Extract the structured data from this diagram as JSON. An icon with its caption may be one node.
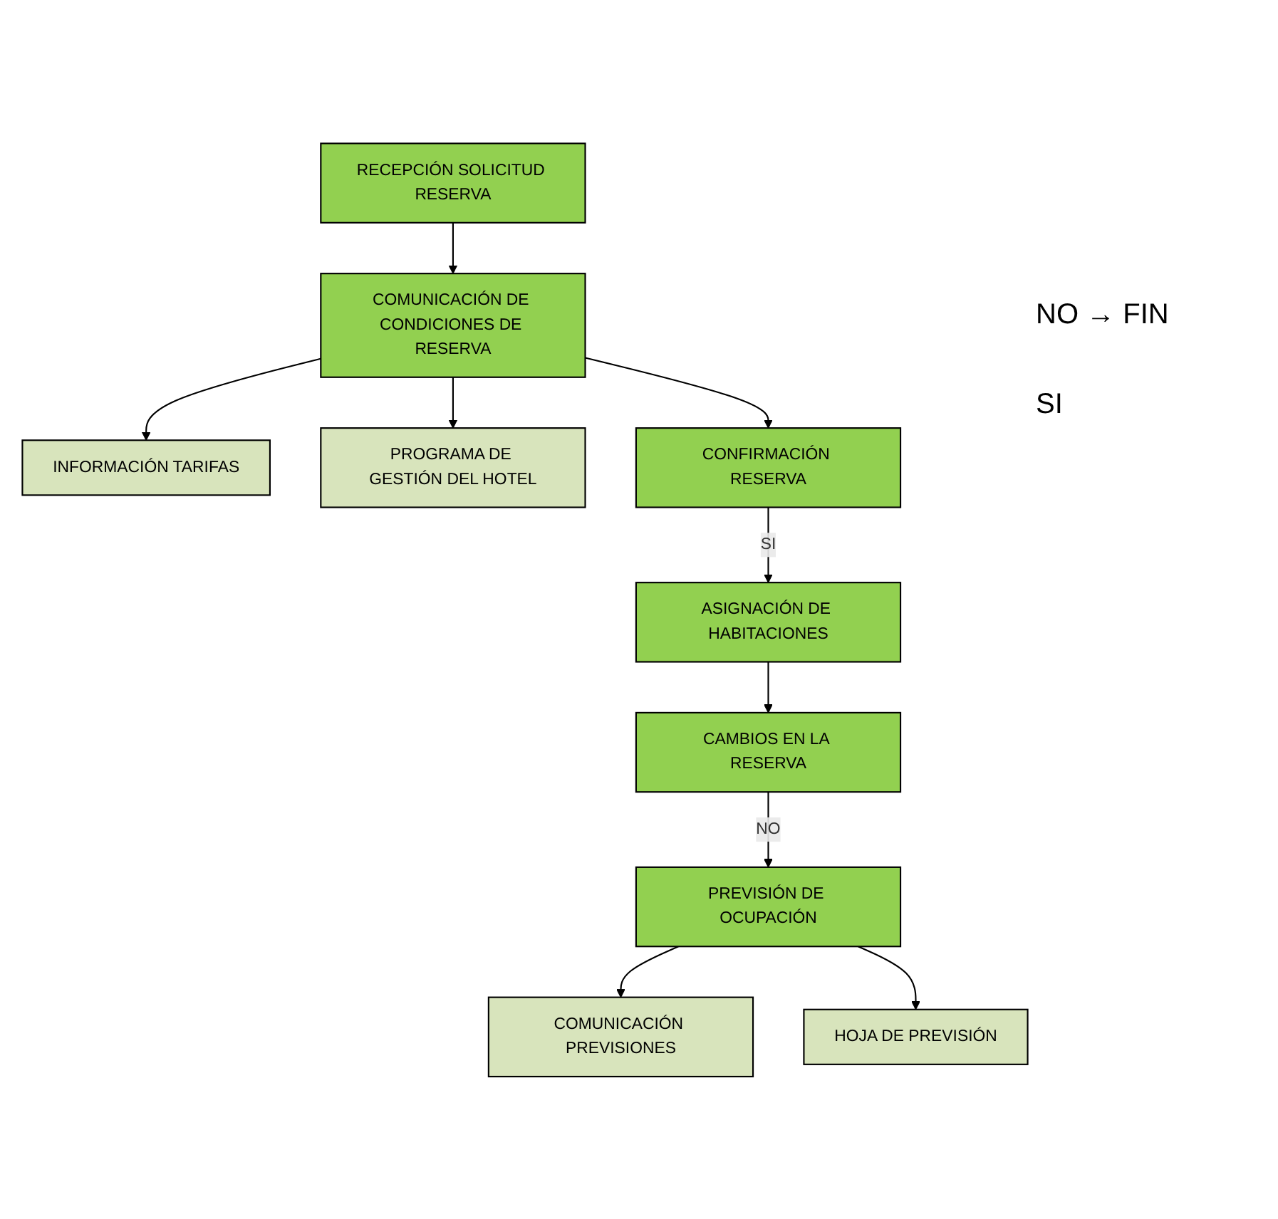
{
  "diagram": {
    "nodes": [
      {
        "text": [
          "RECEPCIÓN SOLICITUD RESERVA"
        ]
      },
      {
        "text": [
          "INFORMACIÓN TARIFAS"
        ]
      },
      {
        "text": [
          "COMUNICACIÓN DE CONDICIONES DE RESERVA"
        ]
      },
      {
        "text": [
          "PROGRAMA DE GESTIÓN DEL HOTEL"
        ]
      },
      {
        "text": [
          "CONFIRMACIÓN RESERVA"
        ]
      },
      {
        "text": [
          "ASIGNACIÓN DE HABITACIONES"
        ]
      },
      {
        "text": [
          "CAMBIOS EN LA RESERVA"
        ]
      },
      {
        "text": [
          "COMUNICACIÓN PREVISIONES"
        ]
      },
      {
        "text": [
          "PREVISIÓN DE OCUPACIÓN"
        ]
      },
      {
        "text": [
          "HOJA DE PREVISIÓN"
        ]
      }
    ],
    "edges": [
      {
        "from": 0,
        "to": 2,
        "arrow": "to"
      },
      {
        "from": 2,
        "to": 1,
        "arrow": "to"
      },
      {
        "from": 2,
        "to": 3,
        "arrow": "to"
      },
      {
        "from": 2,
        "to": 4,
        "arrow": "to"
      },
      {
        "from": 4,
        "to": 5,
        "arrow": "to",
        "label": "SI"
      },
      {
        "from": 5,
        "to": 6,
        "arrow": "to"
      },
      {
        "from": 6,
        "to": 8,
        "arrow": "to",
        "label": "NO"
      },
      {
        "from": 8,
        "to": 7,
        "arrow": "to"
      },
      {
        "from": 8,
        "to": 9,
        "arrow": "to"
      }
    ],
    "labels": [
      "NO → FIN",
      "SI"
    ]
  }
}
